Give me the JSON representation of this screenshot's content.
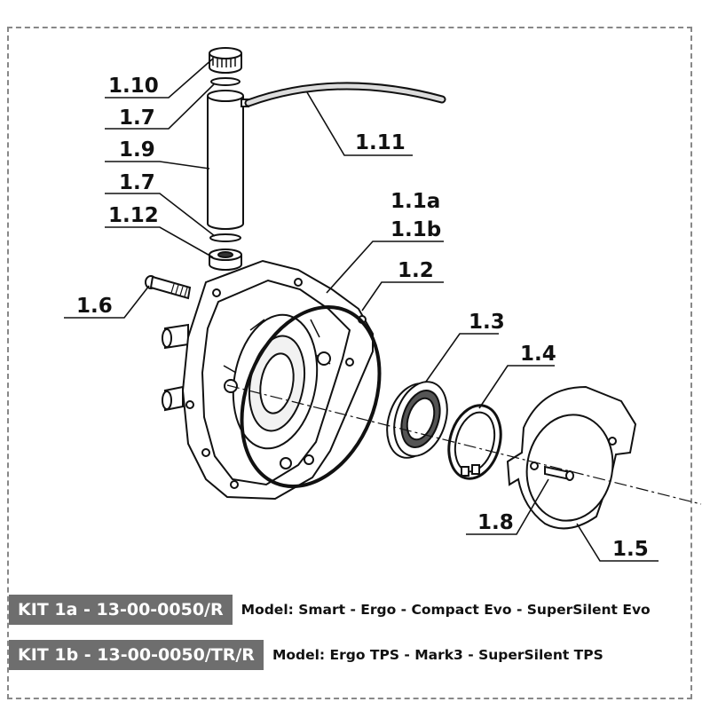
{
  "callouts": {
    "c1_10": "1.10",
    "c1_7a": "1.7",
    "c1_9": "1.9",
    "c1_7b": "1.7",
    "c1_12": "1.12",
    "c1_11": "1.11",
    "c1_1a": "1.1a",
    "c1_1b": "1.1b",
    "c1_2": "1.2",
    "c1_6": "1.6",
    "c1_3": "1.3",
    "c1_4": "1.4",
    "c1_8": "1.8",
    "c1_5": "1.5"
  },
  "kits": [
    {
      "code": "KIT 1a - 13-00-0050/R",
      "models": "Model: Smart - Ergo - Compact Evo - SuperSilent Evo"
    },
    {
      "code": "KIT 1b - 13-00-0050/TR/R",
      "models": "Model: Ergo TPS - Mark3 - SuperSilent TPS"
    }
  ],
  "colors": {
    "label_bg": "#6e6e6e",
    "label_text": "#ffffff",
    "frame": "#888888",
    "ink": "#111111"
  }
}
